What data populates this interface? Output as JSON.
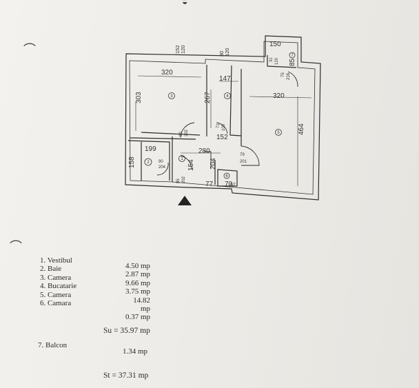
{
  "plan": {
    "dims": {
      "d1": "152",
      "d2": "120",
      "d3": "80",
      "d4": "120",
      "d5": "150",
      "d6": "85",
      "d7": "31",
      "d8": "120",
      "d9": "75",
      "d10": "216",
      "d11": "320",
      "d12": "147",
      "d13": "320",
      "d14": "303",
      "d15": "267",
      "d16": "464",
      "d17": "80",
      "d18": "202",
      "d19": "71",
      "d20": "100",
      "d21": "152",
      "d22": "199",
      "d23": "280",
      "d24": "79",
      "d25": "201",
      "d26": "158",
      "d27": "90",
      "d28": "204",
      "d29": "154",
      "d30": "204",
      "d31": "85",
      "d32": "202",
      "d33": "77",
      "d34": "70",
      "d35": "62"
    },
    "room_numbers": {
      "r1": "1",
      "r2": "2",
      "r3": "3",
      "r4": "4",
      "r5": "5",
      "r6": "6",
      "r7": "7"
    }
  },
  "legend": {
    "rooms": [
      {
        "name": "1. Vestibul",
        "area": "4.50 mp"
      },
      {
        "name": "2. Baie",
        "area": "2.87 mp"
      },
      {
        "name": "3. Camera",
        "area": "9.66 mp"
      },
      {
        "name": "4. Bucatarie",
        "area": "3.75 mp"
      },
      {
        "name": "5. Camera",
        "area": "14.82 mp"
      },
      {
        "name": "6. Camara",
        "area": "0.37 mp"
      }
    ],
    "su": "Su = 35.97 mp",
    "balcon_name": "7. Balcon",
    "balcon_area": "1.34 mp",
    "st": "St = 37.31 mp"
  }
}
